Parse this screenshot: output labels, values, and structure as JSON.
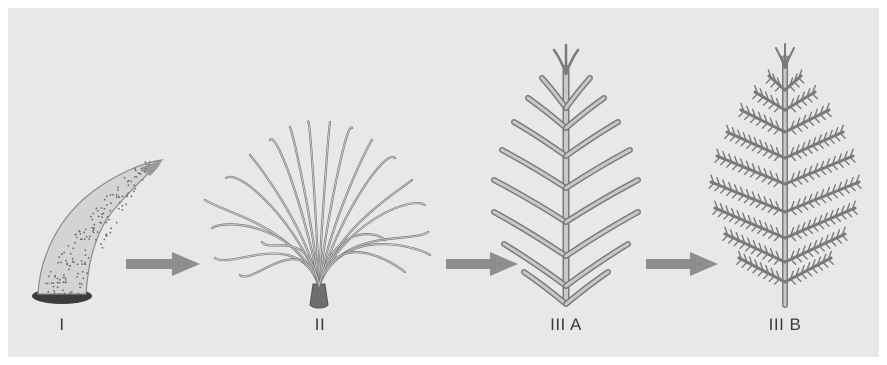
{
  "figure": {
    "background_color": "#e8e8e8",
    "line_color": "#7a7a7a",
    "fill_color": "#c9c9c9",
    "arrow_color": "#8e8e8e",
    "stages": [
      {
        "id": "I",
        "label": "I"
      },
      {
        "id": "II",
        "label": "II"
      },
      {
        "id": "IIIA",
        "label": "III A"
      },
      {
        "id": "IIIB",
        "label": "III B"
      }
    ]
  }
}
